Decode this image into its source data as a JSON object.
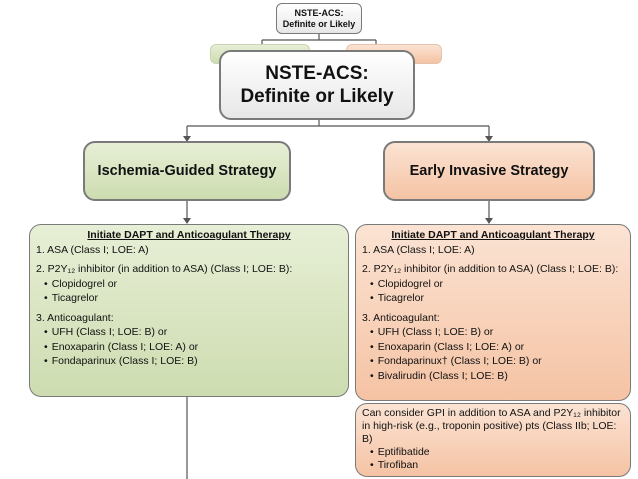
{
  "top_small": {
    "line1": "NSTE-ACS:",
    "line2": "Definite or Likely"
  },
  "main_title": {
    "line1": "NSTE-ACS:",
    "line2": "Definite or Likely"
  },
  "left_strategy": "Ischemia-Guided Strategy",
  "right_strategy": "Early Invasive Strategy",
  "left_panel": {
    "header": "Initiate DAPT and Anticoagulant Therapy",
    "item1": "1. ASA (Class I; LOE: A)",
    "item2": "2. P2Y₁₂ inhibitor (in addition to ASA) (Class I; LOE: B):",
    "item2_bullets": [
      "Clopidogrel or",
      "Ticagrelor"
    ],
    "item3": "3. Anticoagulant:",
    "item3_bullets": [
      "UFH (Class I; LOE: B) or",
      "Enoxaparin (Class I; LOE: A) or",
      "Fondaparinux (Class I; LOE: B)"
    ]
  },
  "right_panel": {
    "header": "Initiate DAPT and Anticoagulant Therapy",
    "item1": "1. ASA (Class I; LOE: A)",
    "item2": "2. P2Y₁₂ inhibitor (in addition to ASA) (Class I; LOE: B):",
    "item2_bullets": [
      "Clopidogrel or",
      "Ticagrelor"
    ],
    "item3": "3. Anticoagulant:",
    "item3_bullets": [
      "UFH (Class I; LOE: B) or",
      "Enoxaparin (Class I; LOE: A) or",
      "Fondaparinux† (Class I; LOE: B) or",
      "Bivalirudin (Class I; LOE: B)"
    ]
  },
  "gpi_panel": {
    "text": "Can consider GPI in addition to ASA and P2Y₁₂ inhibitor in high-risk (e.g., troponin positive) pts (Class IIb; LOE: B)",
    "bullets": [
      "Eptifibatide",
      "Tirofiban"
    ]
  },
  "colors": {
    "gray": "#e7e7e7",
    "green": "#cddcb0",
    "orange": "#f5c3a4",
    "border": "#7a7a7a"
  }
}
